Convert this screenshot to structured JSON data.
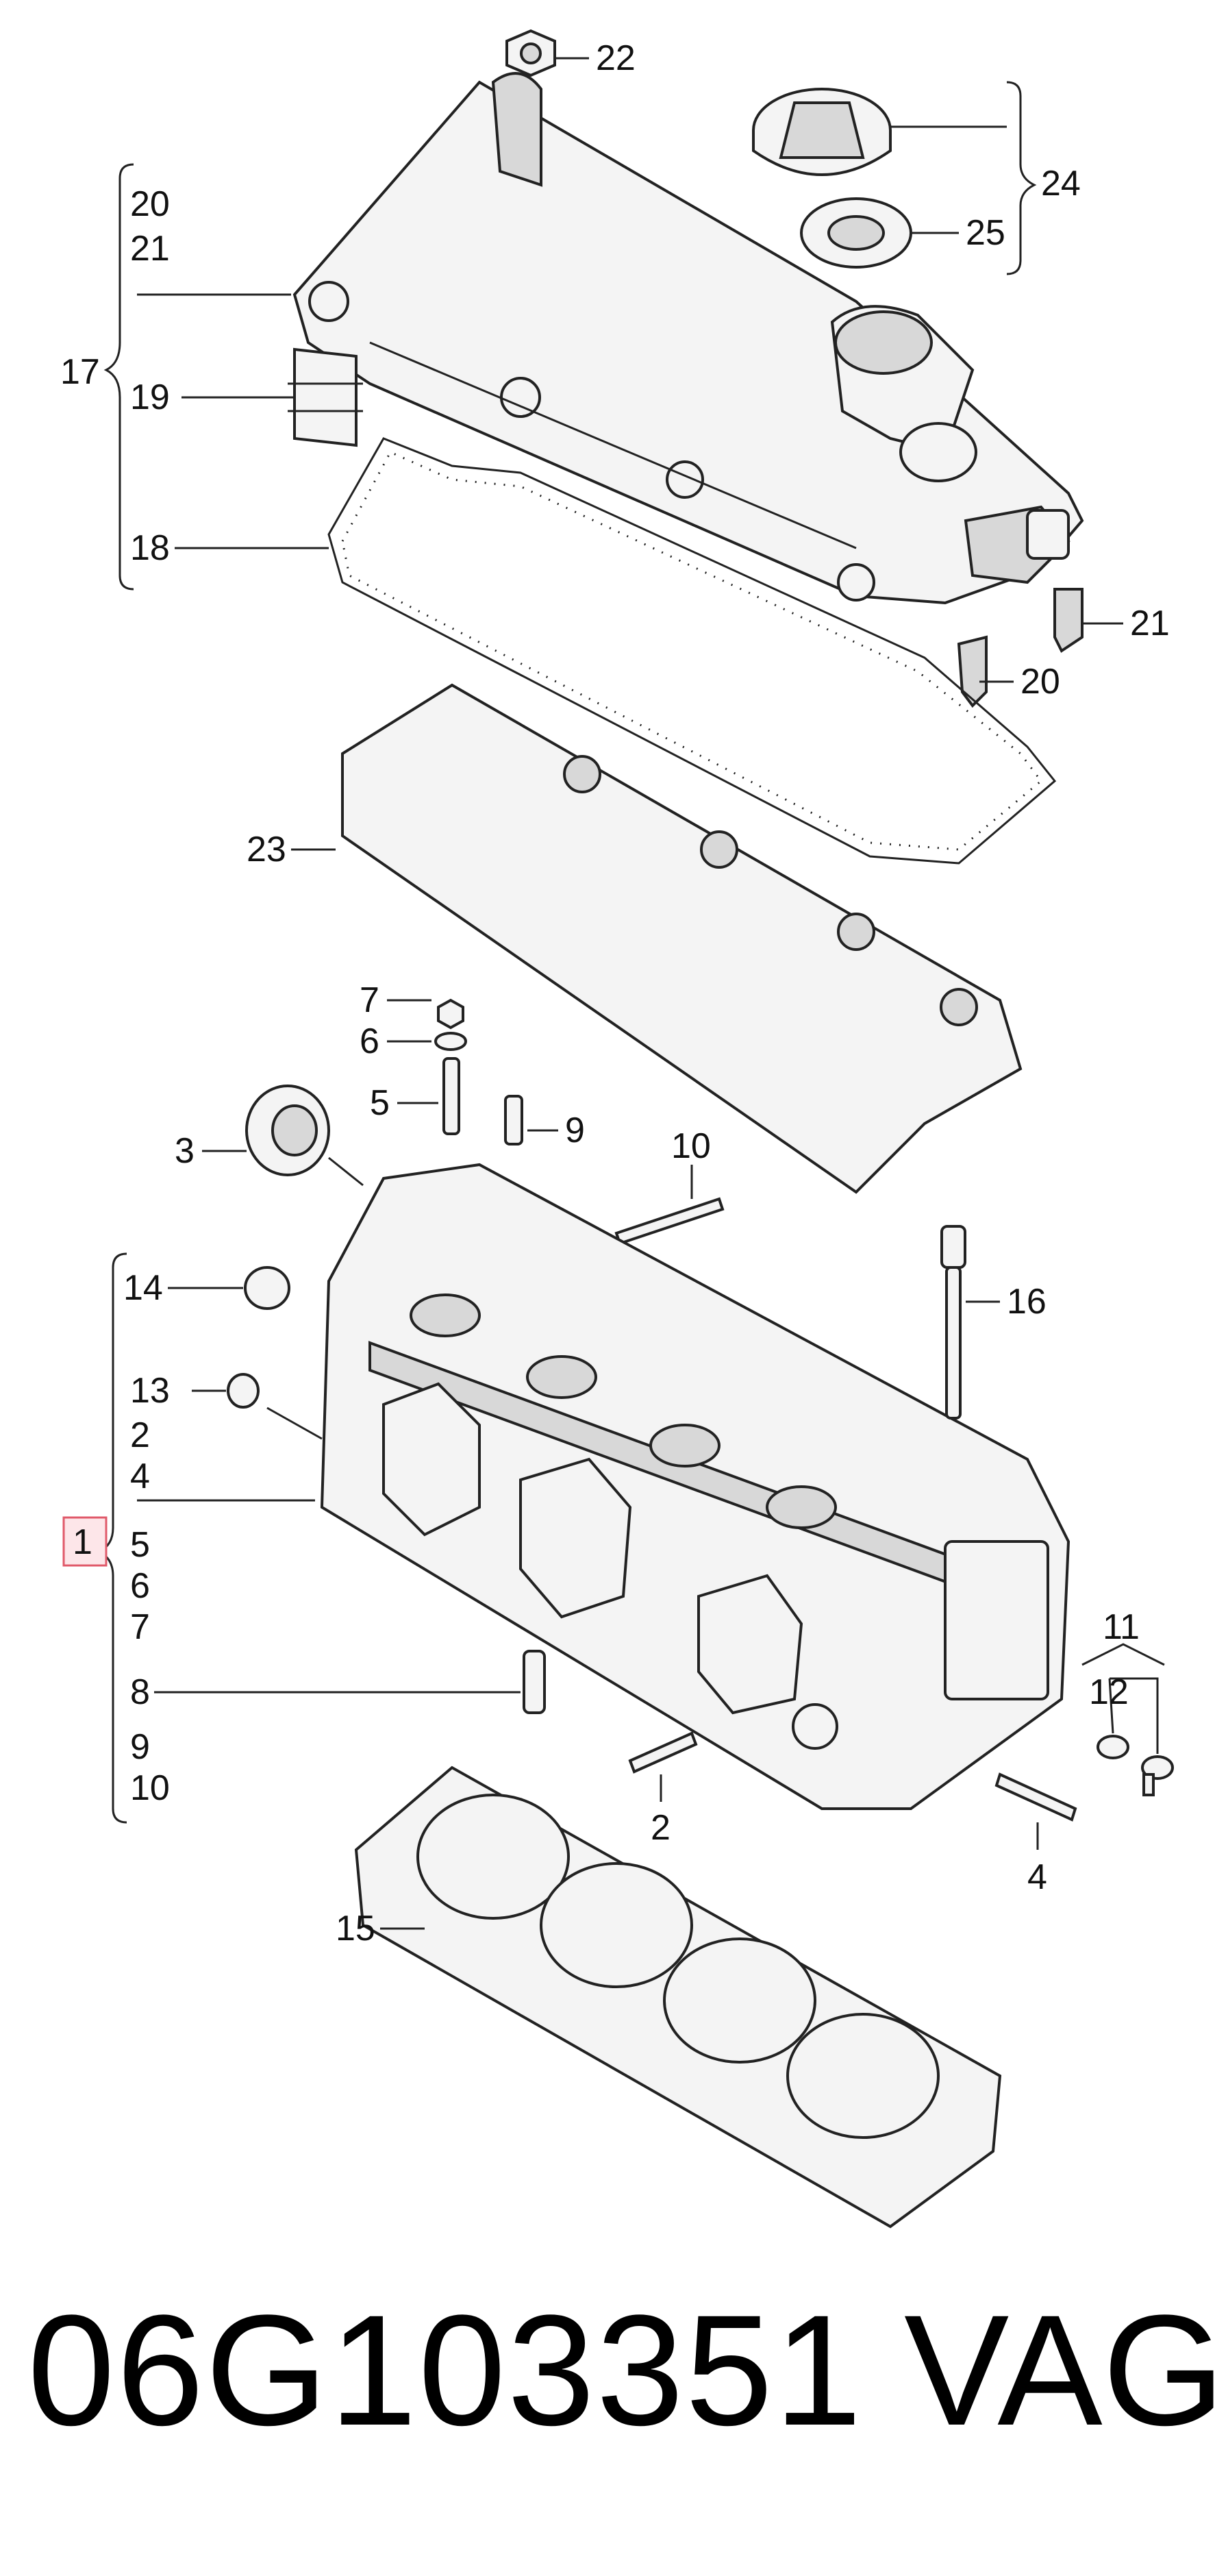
{
  "callouts": [
    {
      "id": "c22",
      "label": "22"
    },
    {
      "id": "c24",
      "label": "24"
    },
    {
      "id": "c25",
      "label": "25"
    },
    {
      "id": "c20a",
      "label": "20"
    },
    {
      "id": "c21a",
      "label": "21"
    },
    {
      "id": "c17",
      "label": "17"
    },
    {
      "id": "c19",
      "label": "19"
    },
    {
      "id": "c18",
      "label": "18"
    },
    {
      "id": "c21b",
      "label": "21"
    },
    {
      "id": "c20b",
      "label": "20"
    },
    {
      "id": "c23",
      "label": "23"
    },
    {
      "id": "c7",
      "label": "7"
    },
    {
      "id": "c6",
      "label": "6"
    },
    {
      "id": "c5",
      "label": "5"
    },
    {
      "id": "c9",
      "label": "9"
    },
    {
      "id": "c3",
      "label": "3"
    },
    {
      "id": "c10a",
      "label": "10"
    },
    {
      "id": "c14",
      "label": "14"
    },
    {
      "id": "c16",
      "label": "16"
    },
    {
      "id": "c13",
      "label": "13"
    },
    {
      "id": "c2a",
      "label": "2"
    },
    {
      "id": "c4a",
      "label": "4"
    },
    {
      "id": "c1",
      "label": "1"
    },
    {
      "id": "c5b",
      "label": "5"
    },
    {
      "id": "c6b",
      "label": "6"
    },
    {
      "id": "c7b",
      "label": "7"
    },
    {
      "id": "c8",
      "label": "8"
    },
    {
      "id": "c9b",
      "label": "9"
    },
    {
      "id": "c10b",
      "label": "10"
    },
    {
      "id": "c11",
      "label": "11"
    },
    {
      "id": "c12",
      "label": "12"
    },
    {
      "id": "c2b",
      "label": "2"
    },
    {
      "id": "c4b",
      "label": "4"
    },
    {
      "id": "c15",
      "label": "15"
    }
  ],
  "footer": {
    "part_number": "06G103351",
    "brand": "VAG"
  },
  "colors": {
    "highlight_box": "#e05a6a",
    "highlight_fill": "#fde6e9",
    "line": "#222222"
  }
}
